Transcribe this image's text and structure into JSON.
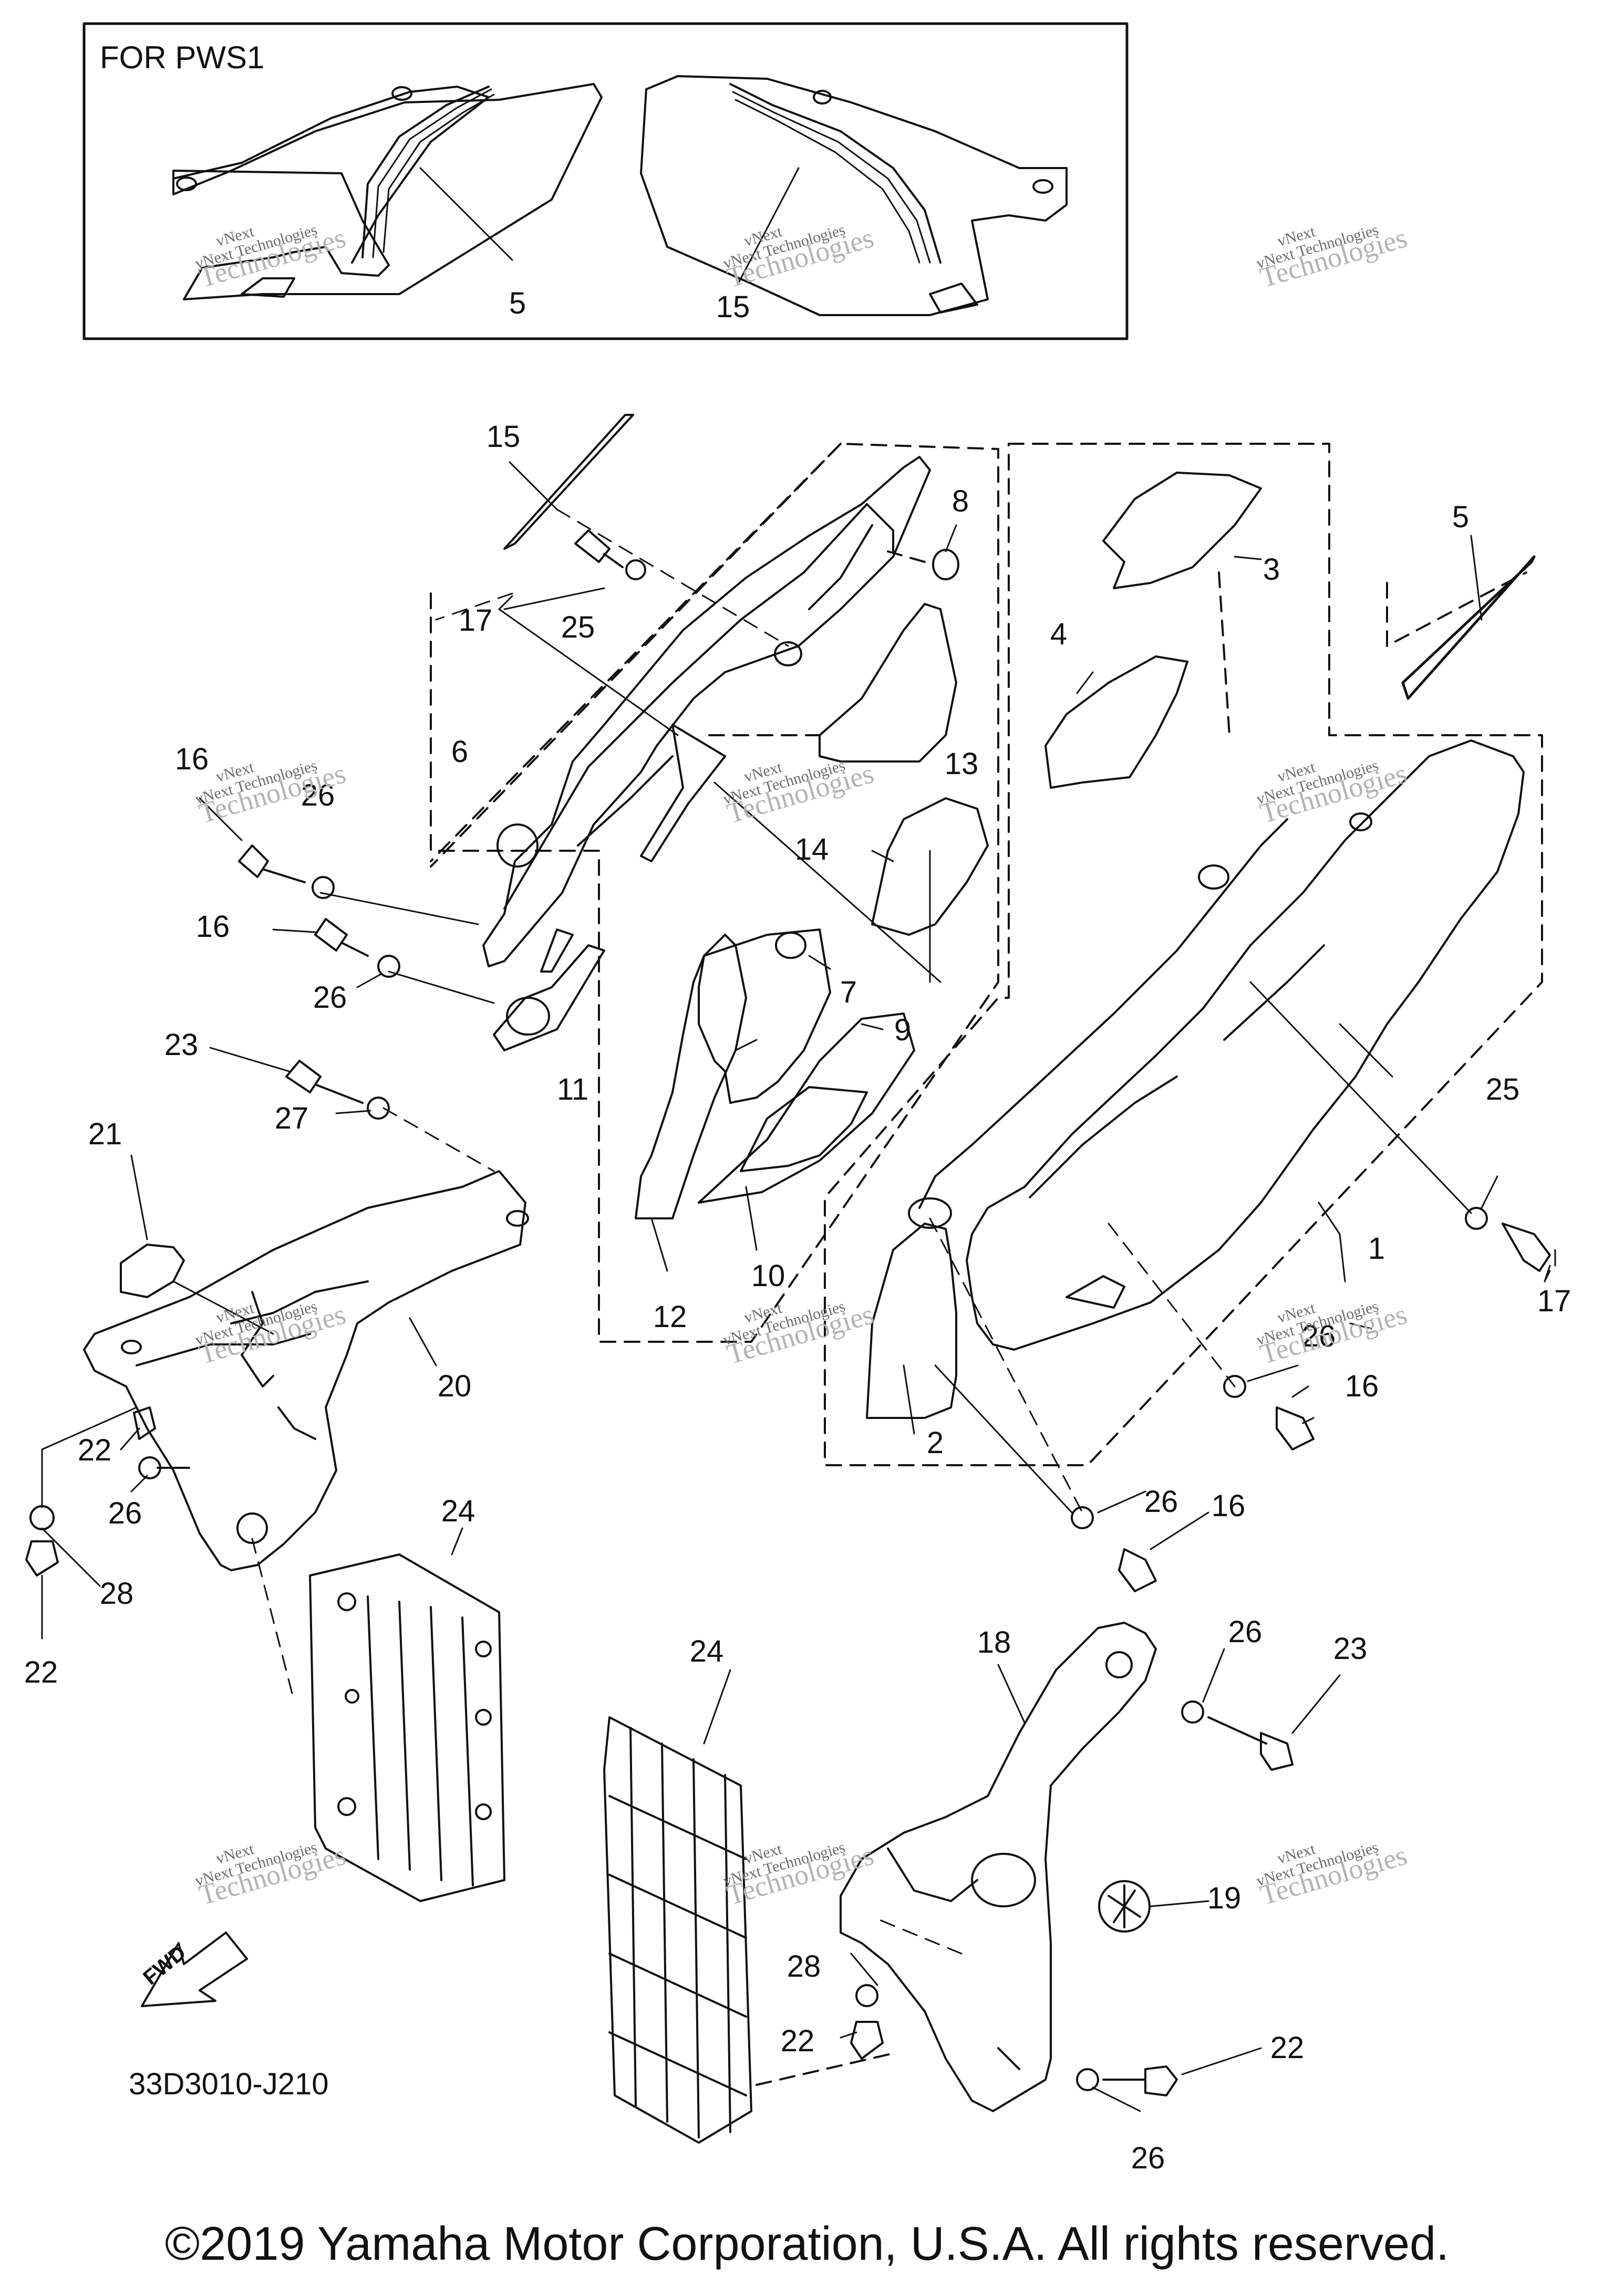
{
  "inset": {
    "title": "FOR PWS1",
    "labels": [
      "5",
      "15"
    ]
  },
  "callouts": [
    "1",
    "2",
    "3",
    "4",
    "5",
    "6",
    "7",
    "8",
    "9",
    "10",
    "11",
    "12",
    "13",
    "14",
    "15",
    "16",
    "17",
    "18",
    "19",
    "20",
    "21",
    "22",
    "23",
    "24",
    "25",
    "26",
    "27",
    "28"
  ],
  "diagram_code": "33D3010-J210",
  "fwd_label": "FWD",
  "watermark": {
    "line1": "vNext",
    "line2": "vNext Technologies",
    "line3": "Technologies"
  },
  "copyright": "©2019 Yamaha Motor Corporation, U.S.A. All rights reserved.",
  "colors": {
    "ink": "#111111",
    "watermark": "#6b6b6b",
    "background": "#ffffff"
  }
}
